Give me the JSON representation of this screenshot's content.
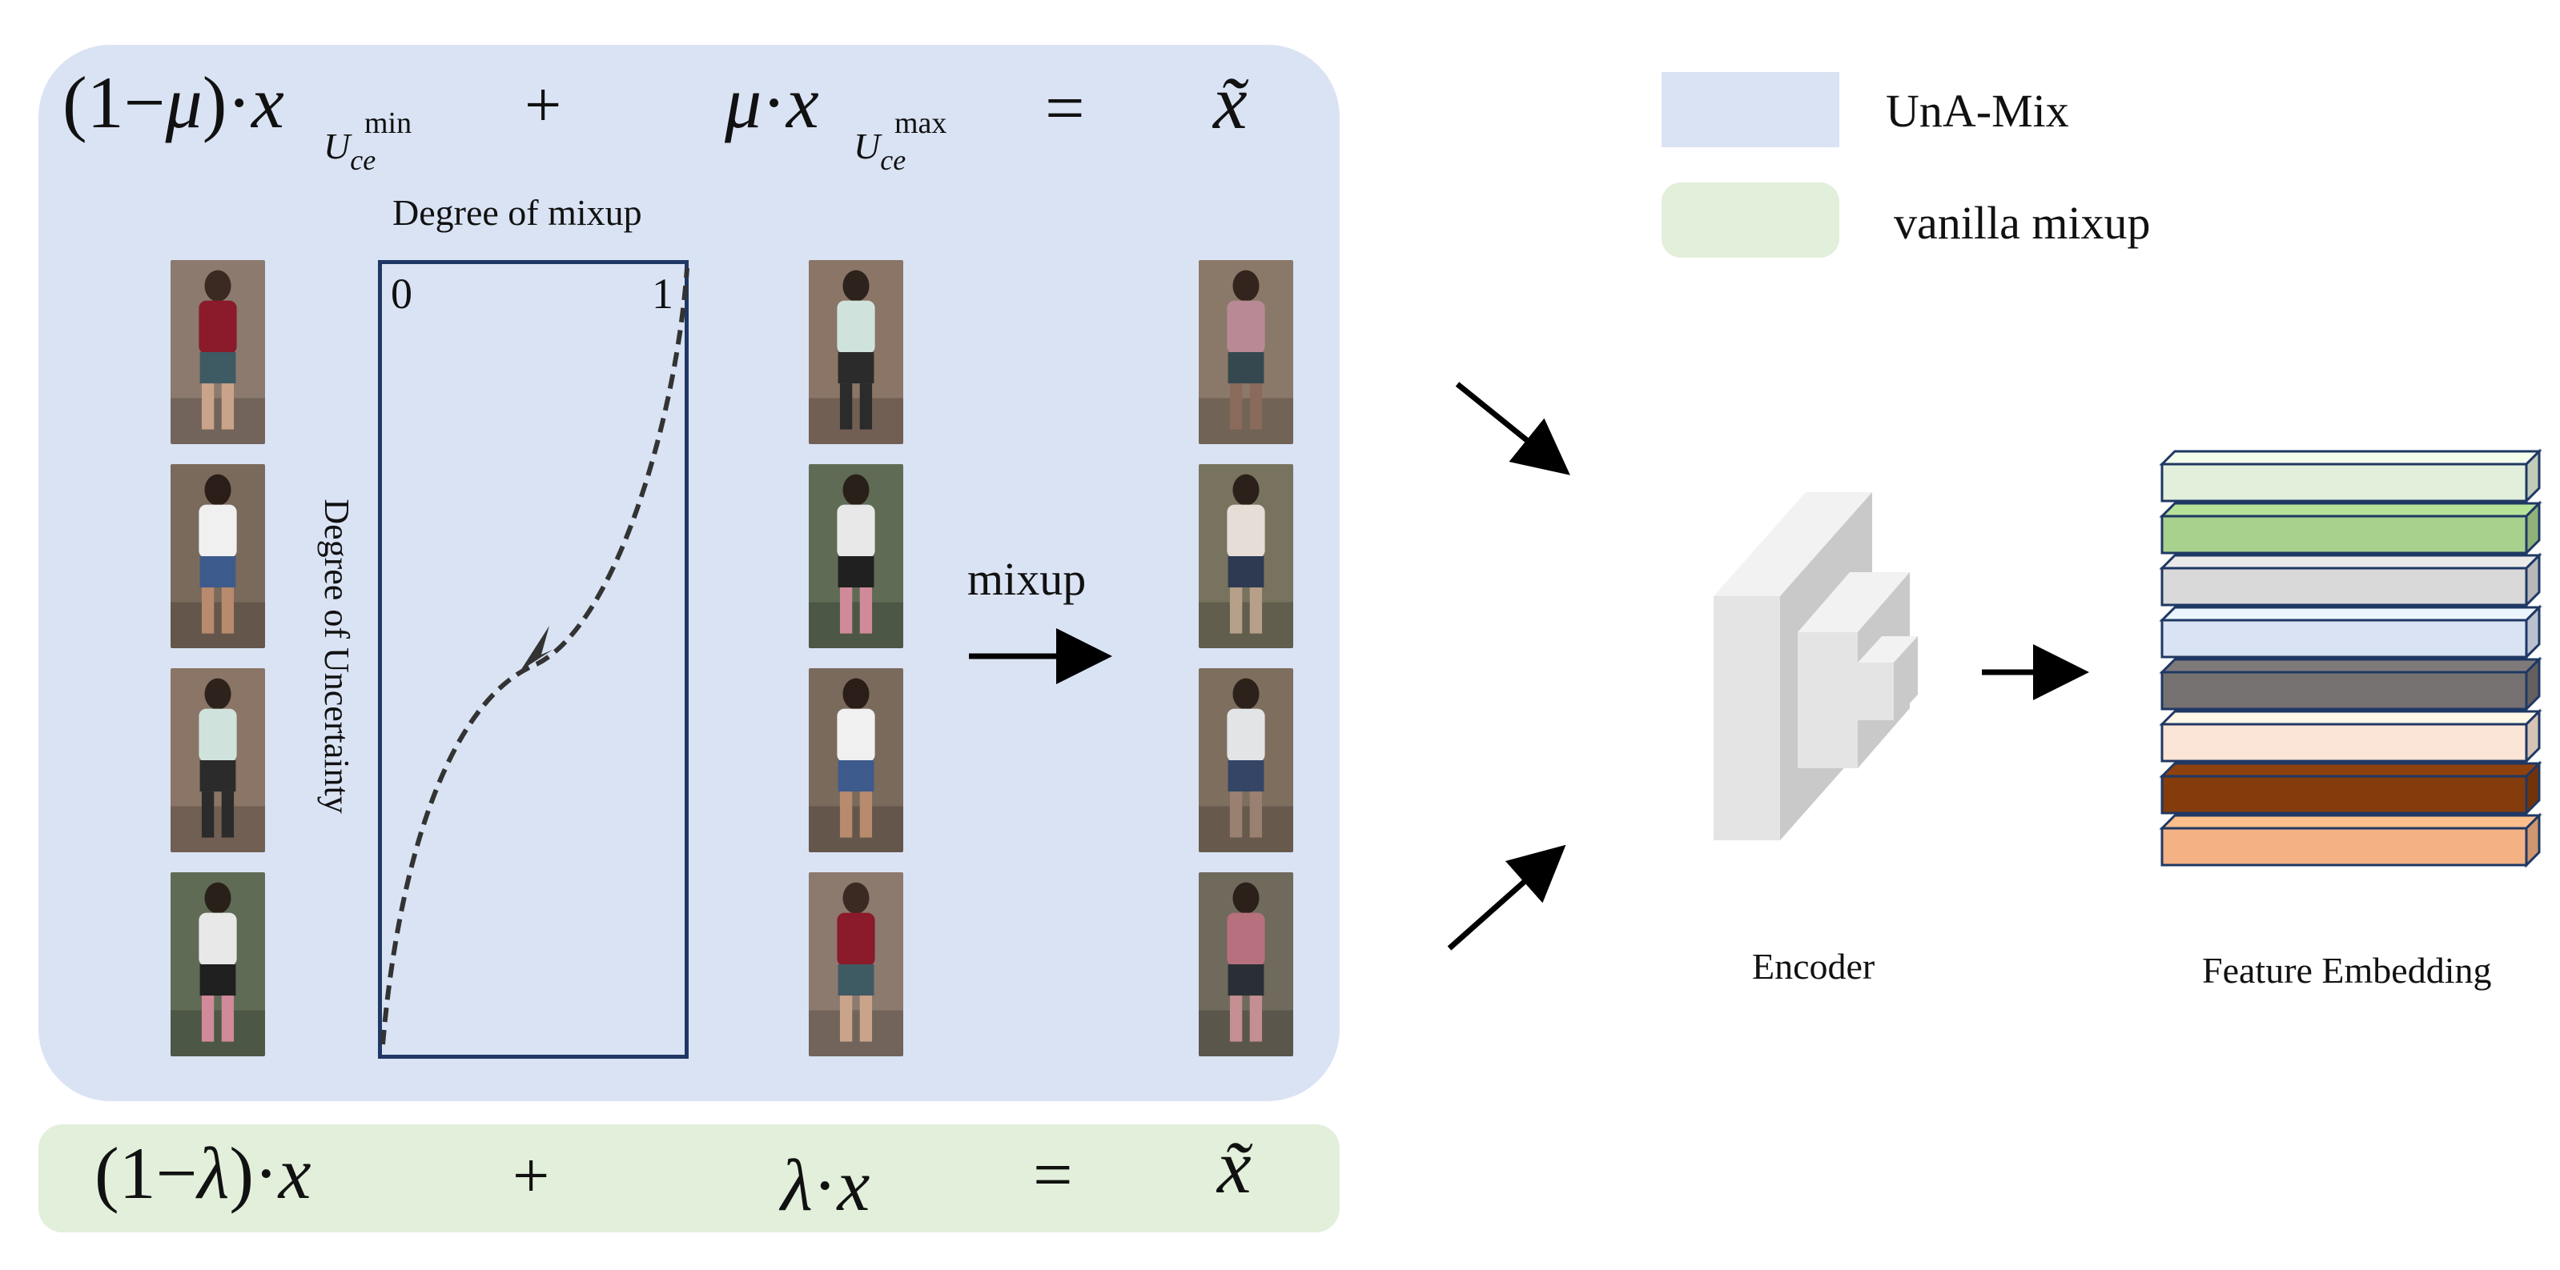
{
  "legend": {
    "items": [
      {
        "label": "UnA-Mix",
        "color": "#dae3f4"
      },
      {
        "label": "vanilla mixup",
        "color": "#e2efda"
      }
    ]
  },
  "una_mix_equation": {
    "term1_prefix": "(1−",
    "term1_var": "μ",
    "term1_mid": ")·",
    "term1_x": "x",
    "term1_sub": "U",
    "term1_sub_sub": "ce",
    "term1_sup": "min",
    "plus": "+",
    "term2_var": "μ",
    "term2_dot": "·",
    "term2_x": "x",
    "term2_sub": "U",
    "term2_sub_sub": "ce",
    "term2_sup": "max",
    "equals": "=",
    "result": "x̃"
  },
  "vanilla_equation": {
    "term1_prefix": "(1−",
    "term1_var": "λ",
    "term1_mid": ")·",
    "term1_x": "x",
    "plus": "+",
    "term2_var": "λ",
    "term2_dot": "·",
    "term2_x": "x",
    "equals": "=",
    "result": "x̃"
  },
  "curve_plot": {
    "title": "Degree of mixup",
    "y_label": "Degree of Uncertainty",
    "tick_left": "0",
    "tick_right": "1"
  },
  "mixup_label": "mixup",
  "encoder_label": "Encoder",
  "feature_label": "Feature Embedding",
  "feature_bars": {
    "colors": [
      "#e2efda",
      "#a9d18e",
      "#d9d9d9",
      "#dae3f4",
      "#767171",
      "#fbe5d6",
      "#843c0c",
      "#f4b183"
    ]
  },
  "images": {
    "column1": [
      "red-shirt-walker",
      "white-tank-walker",
      "backpack-walker",
      "child-with-stroller"
    ],
    "column2": [
      "backpack-walker",
      "child-with-stroller",
      "white-tank-walker",
      "red-shirt-walker"
    ],
    "column3": [
      "mixed-image-1",
      "mixed-image-2",
      "mixed-image-3",
      "mixed-image-4"
    ]
  }
}
